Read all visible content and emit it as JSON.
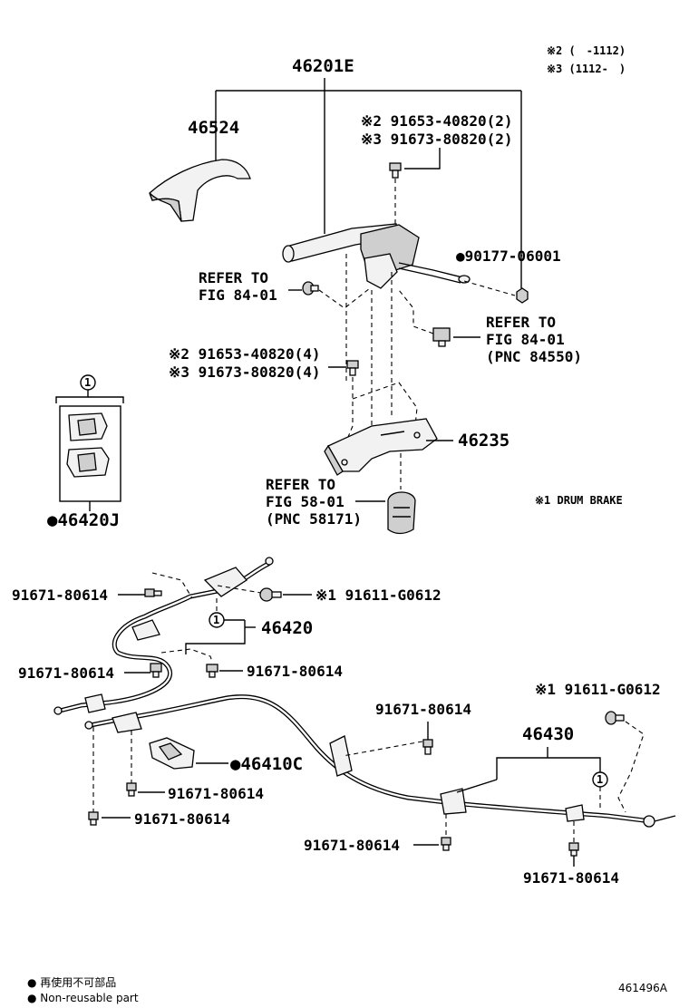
{
  "notes": {
    "note2": "※2 (　-1112)",
    "note3": "※3 (1112-　)",
    "note1": "※1 DRUM BRAKE"
  },
  "labels": {
    "lever_assy": "46201E",
    "lever_cover": "46524",
    "bolt_a_2": "※2 91653-40820(2)",
    "bolt_a_3": "※3 91673-80820(2)",
    "nut_90177": "●90177-06001",
    "refer_84_a_1": "REFER TO",
    "refer_84_a_2": "FIG 84-01",
    "refer_84_b_1": "REFER TO",
    "refer_84_b_2": "FIG 84-01",
    "refer_84_b_3": "(PNC 84550)",
    "bolt_b_2": "※2 91653-40820(4)",
    "bolt_b_3": "※3 91673-80820(4)",
    "bracket": "46235",
    "refer_58_1": "REFER TO",
    "refer_58_2": "FIG 58-01",
    "refer_58_3": "(PNC 58171)",
    "kit_callout": "1",
    "kit_part": "●46420J",
    "bolt_left_top": "91671-80614",
    "bolt_91611_a": "※1 91611-G0612",
    "cable_front": "46420",
    "cable_front_callout": "1",
    "bolt_left_mid": "91671-80614",
    "bolt_center_mid": "91671-80614",
    "bolt_91611_b": "※1 91611-G0612",
    "bolt_center_right": "91671-80614",
    "cable_rear": "46430",
    "cable_rear_callout": "1",
    "clamp": "●46410C",
    "bolt_left_low1": "91671-80614",
    "bolt_left_low2": "91671-80614",
    "bolt_bottom_center": "91671-80614",
    "bolt_bottom_right": "91671-80614"
  },
  "legend": {
    "line1": "● 再使用不可部品",
    "line2": "● Non-reusable part"
  },
  "figure_id": "461496A"
}
